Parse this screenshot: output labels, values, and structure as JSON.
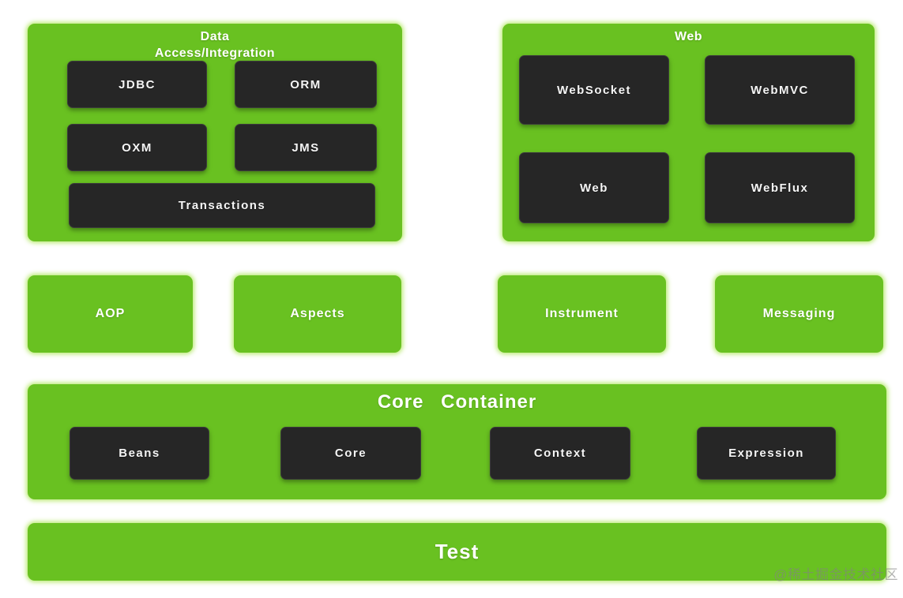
{
  "diagram": {
    "data_access": {
      "title_line1": "Data",
      "title_line2": "Access/Integration",
      "boxes": [
        "JDBC",
        "ORM",
        "OXM",
        "JMS",
        "Transactions"
      ]
    },
    "web": {
      "title": "Web",
      "boxes": [
        "WebSocket",
        "WebMVC",
        "Web",
        "WebFlux"
      ]
    },
    "standalone": [
      "AOP",
      "Aspects",
      "Instrument",
      "Messaging"
    ],
    "core": {
      "title": "Core Container",
      "boxes": [
        "Beans",
        "Core",
        "Context",
        "Expression"
      ]
    },
    "test": {
      "title": "Test"
    }
  },
  "watermark": "@稀土掘金技术社区",
  "colors": {
    "container_green": "#69c121",
    "module_dark": "#262626",
    "label_text": "#ffffff"
  }
}
